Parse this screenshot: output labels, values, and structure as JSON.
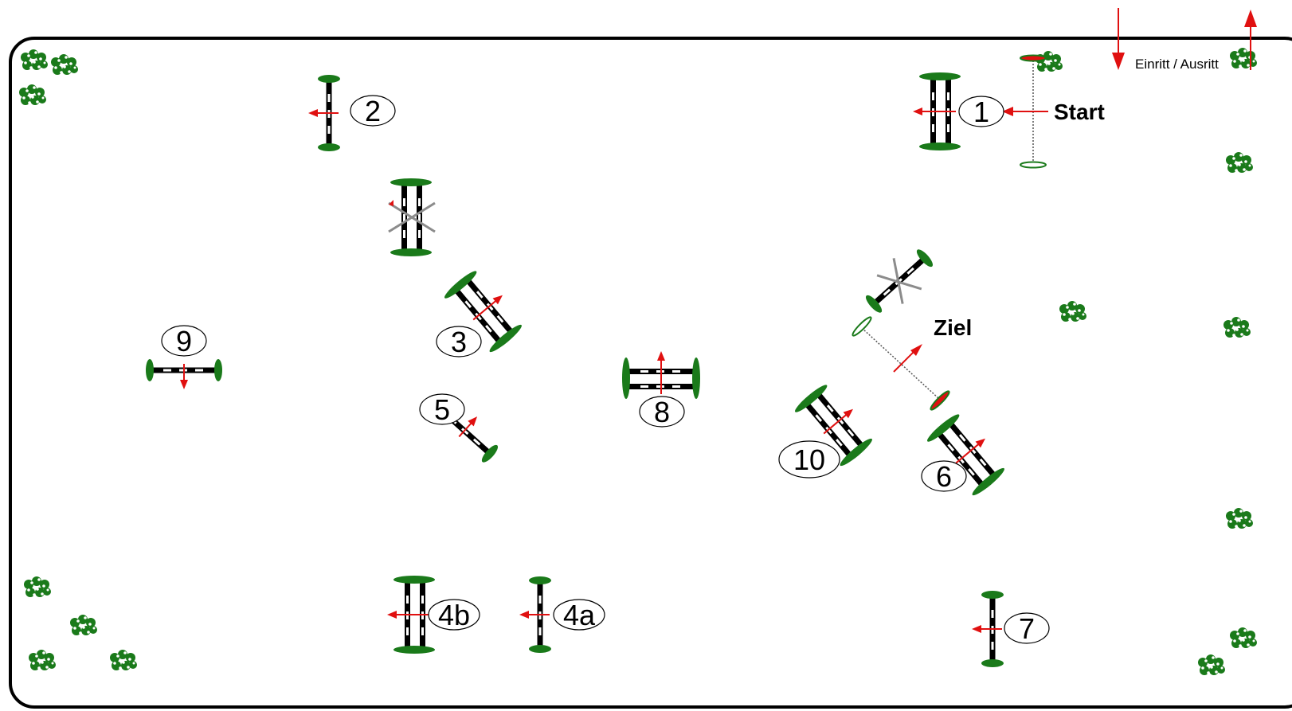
{
  "course": {
    "labels": {
      "start": "Start",
      "finish": "Ziel",
      "entrance": "Einritt / Ausritt"
    },
    "jumps": [
      {
        "id": "j1",
        "number": "1",
        "type": "oxer"
      },
      {
        "id": "j2",
        "number": "2",
        "type": "vertical"
      },
      {
        "id": "j3",
        "number": "3",
        "type": "oxer"
      },
      {
        "id": "j4a",
        "number": "4a",
        "type": "vertical"
      },
      {
        "id": "j4b",
        "number": "4b",
        "type": "oxer"
      },
      {
        "id": "j5",
        "number": "5",
        "type": "vertical"
      },
      {
        "id": "j6",
        "number": "6",
        "type": "oxer"
      },
      {
        "id": "j7",
        "number": "7",
        "type": "vertical"
      },
      {
        "id": "j8",
        "number": "8",
        "type": "oxer"
      },
      {
        "id": "j9",
        "number": "9",
        "type": "vertical"
      },
      {
        "id": "j10",
        "number": "10",
        "type": "oxer"
      }
    ],
    "colors": {
      "pole_dark": "#000000",
      "pole_light": "#ffffff",
      "standard_green": "#1a7a1a",
      "direction_red": "#e01010",
      "crossed_out_gray": "#8c8c8c",
      "border": "#000000"
    }
  }
}
